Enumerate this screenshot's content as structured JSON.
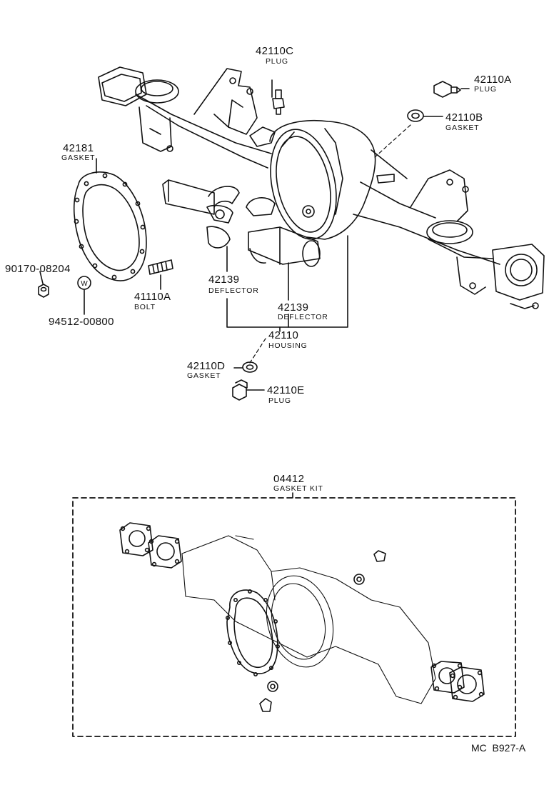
{
  "parts": [
    {
      "id": "p42110C",
      "number": "42110C",
      "name": "PLUG"
    },
    {
      "id": "p42110A",
      "number": "42110A",
      "name": "PLUG"
    },
    {
      "id": "p42110B",
      "number": "42110B",
      "name": "GASKET"
    },
    {
      "id": "p42181",
      "number": "42181",
      "name": "GASKET"
    },
    {
      "id": "p90170",
      "number": "90170-08204",
      "name": ""
    },
    {
      "id": "p94512",
      "number": "94512-00800",
      "name": ""
    },
    {
      "id": "p41110A",
      "number": "41110A",
      "name": "BOLT"
    },
    {
      "id": "p42139a",
      "number": "42139",
      "name": "DEFLECTOR"
    },
    {
      "id": "p42139b",
      "number": "42139",
      "name": "DEFLECTOR"
    },
    {
      "id": "p42110",
      "number": "42110",
      "name": "HOUSING"
    },
    {
      "id": "p42110D",
      "number": "42110D",
      "name": "GASKET"
    },
    {
      "id": "p42110E",
      "number": "42110E",
      "name": "PLUG"
    }
  ],
  "kit": {
    "number": "04412",
    "name": "GASKET KIT"
  },
  "washer_mark": "W",
  "reference": "MC  B927-A"
}
